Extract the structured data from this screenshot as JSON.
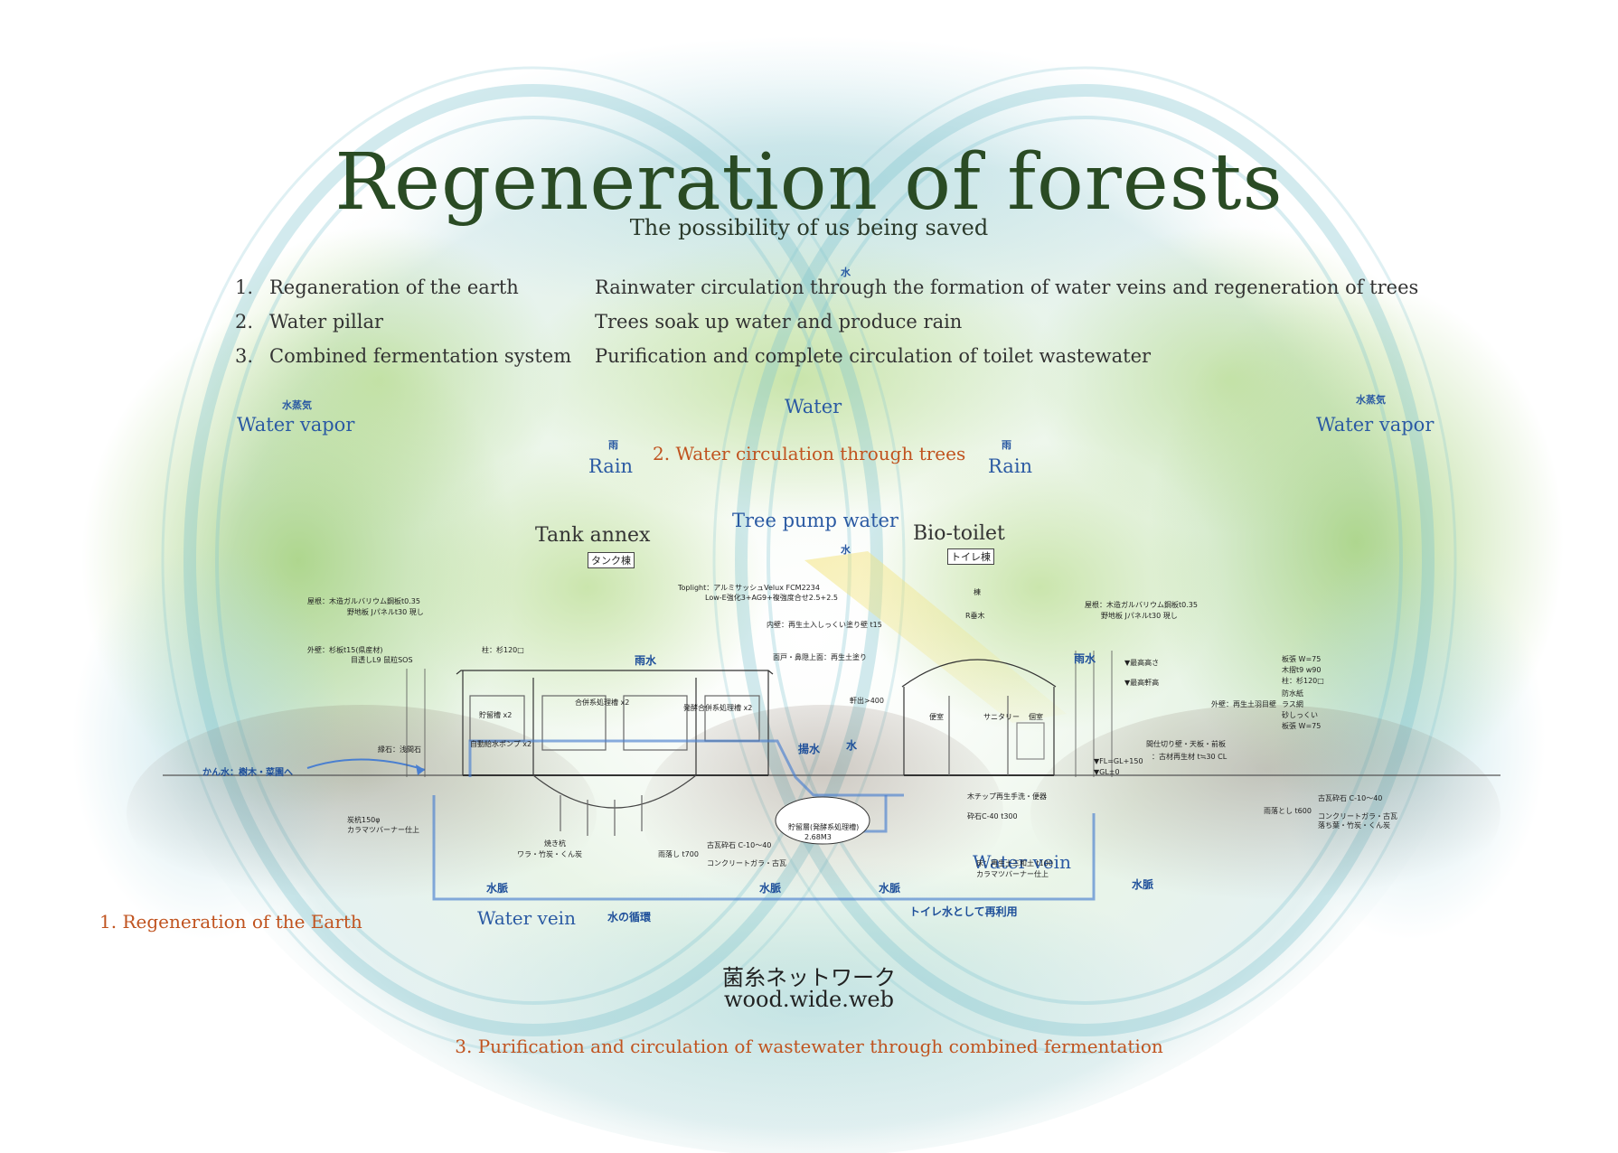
{
  "header": {
    "title": "Regeneration of forests",
    "subtitle": "The possibility of us being saved",
    "subtitle_jp": "水"
  },
  "list": [
    {
      "num": "1.",
      "name": "Reganeration of the earth",
      "desc": "Rainwater circulation through the formation of water veins and regeneration of trees"
    },
    {
      "num": "2.",
      "name": "Water pillar",
      "desc": "Trees soak up water and produce rain"
    },
    {
      "num": "3.",
      "name": "Combined fermentation system",
      "desc": "Purification and complete circulation of toilet wastewater"
    }
  ],
  "labels": {
    "vapor_left_jp": "水蒸気",
    "vapor_left": "Water vapor",
    "vapor_right_jp": "水蒸気",
    "vapor_right": "Water vapor",
    "water": "Water",
    "rain_left_jp": "雨",
    "rain_left": "Rain",
    "rain_right_jp": "雨",
    "rain_right": "Rain",
    "circulation_trees": "2. Water circulation through trees",
    "tree_pump": "Tree pump water",
    "tree_pump_jp": "水",
    "tank_annex": "Tank annex",
    "tank_annex_jp": "タンク棟",
    "bio_toilet": "Bio-toilet",
    "bio_toilet_jp": "トイレ棟",
    "water_vein_left": "Water vein",
    "water_vein_right": "Water vein",
    "regeneration_earth": "1.  Regeneration of the Earth",
    "network_jp": "菌糸ネットワーク",
    "network_en": "wood.wide.web",
    "purification": "3. Purification and circulation of wastewater through combined fermentation"
  },
  "jp_labels": {
    "rainwater_left": "雨水",
    "rainwater_right": "雨水",
    "pump_water": "揚水",
    "water": "水",
    "vein_1": "水脈",
    "vein_2": "水脈",
    "vein_3": "水脈",
    "vein_4": "水脈",
    "circulation": "水の循環",
    "reuse": "トイレ水として再利用",
    "irrigation": "かん水：樹木・菜園へ"
  },
  "notes": {
    "n1": "屋根：木造ガルバリウム鋼板t0.35",
    "n2": "野地板 Jパネルt30 現し",
    "n3": "外壁：杉板t15(県産材)",
    "n4": "目透しL9 鼠粒SOS",
    "n5": "柱：杉120□",
    "n6": "貯留槽 x2",
    "n7": "自動給水ポンプ x2",
    "n8": "縁石：浅間石",
    "n9": "炭杭150φ",
    "n10": "カラマツバーナー仕上",
    "n11": "焼き杭",
    "n12": "ワラ・竹炭・くん炭",
    "n13": "雨落し t700",
    "n14": "古瓦砕石 C-10〜40",
    "n15": "コンクリートガラ・古瓦",
    "n16": "Toplight：アルミサッシュVelux FCM2234",
    "n17": "Low-E強化3+AG9+複強度合せ2.5+2.5",
    "n18": "内壁：再生土入しっくい塗り壁 t15",
    "n19": "面戸・鼻隠上面：再生土塗り",
    "n20": "屋根：木造ガルバリウム鋼板t0.35",
    "n21": "野地板 Jパネルt30 現し",
    "n22": "▼最高高さ",
    "n23": "▼最高軒高",
    "n24": "外壁：再生土羽目壁",
    "n25": "間仕切り壁・天板・前板",
    "n26": "：古材再生材 t≒30 CL",
    "n27": "▼FL=GL+150",
    "n28": "▼GL±0",
    "n29": "木チップ再生手洗・便器",
    "n30": "砕石C-40 t300",
    "n31": "床：再生土三和土 t100",
    "n32": "カラマツバーナー仕上",
    "n33": "雨落とし t600",
    "n34": "古瓦砕石 C-10〜40",
    "n35": "コンクリートガラ・古瓦",
    "n36": "落ち葉・竹炭・くん炭",
    "n37": "貯留層(発酵系処理槽)",
    "n38": "2.68M3",
    "n39": "発酵合併系処理槽 x2",
    "n40": "合併系処理槽 x2",
    "n41": "便室",
    "n42": "サニタリー",
    "n43": "個室",
    "n44": "R垂木",
    "n45": "棟",
    "n46": "軒出>400",
    "n47": "板張 W=75",
    "n48": "木摺t9 w90",
    "n49": "柱：杉120□",
    "n50": "防水紙",
    "n51": "ラス網",
    "n52": "砂しっくい",
    "n53": "板張 W=75"
  },
  "colors": {
    "title": "#2a4b24",
    "text": "#333333",
    "blue": "#2b5aa3",
    "orange": "#c0531f"
  }
}
